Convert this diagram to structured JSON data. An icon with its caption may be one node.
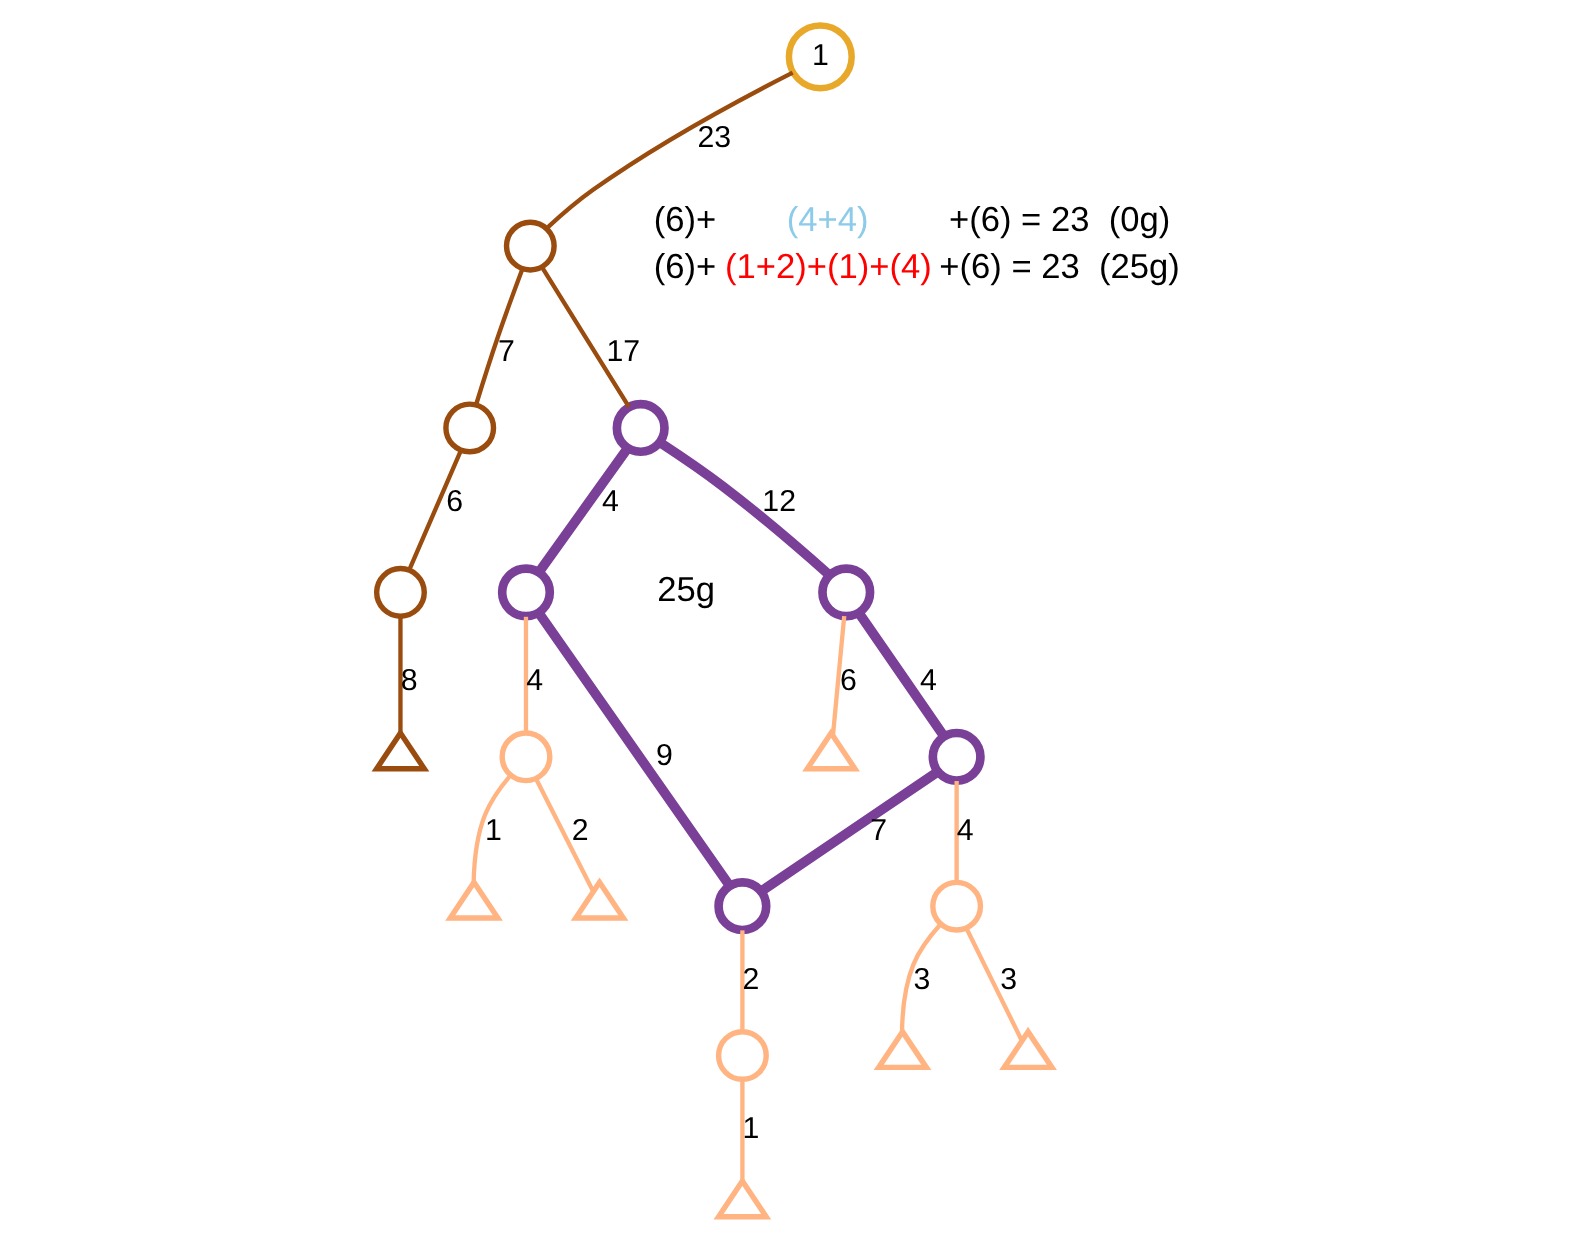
{
  "diagram": {
    "nodes": [
      {
        "text": [
          "1"
        ]
      },
      {
        "text": [],
        "shape": "circle"
      },
      {
        "text": [],
        "shape": "circle"
      },
      {
        "text": [],
        "shape": "circle"
      },
      {
        "text": [],
        "shape": "triangle"
      },
      {
        "text": [],
        "shape": "circle"
      },
      {
        "text": [],
        "shape": "circle"
      },
      {
        "text": [],
        "shape": "circle"
      },
      {
        "text": [],
        "shape": "circle"
      },
      {
        "text": [],
        "shape": "circle"
      },
      {
        "text": [],
        "shape": "triangle"
      },
      {
        "text": [],
        "shape": "circle"
      },
      {
        "text": [],
        "shape": "triangle"
      },
      {
        "text": [],
        "shape": "triangle"
      },
      {
        "text": [],
        "shape": "circle"
      },
      {
        "text": [],
        "shape": "triangle"
      },
      {
        "text": [],
        "shape": "circle"
      },
      {
        "text": [],
        "shape": "triangle"
      },
      {
        "text": [],
        "shape": "triangle"
      }
    ],
    "edges": [
      {
        "from": 0,
        "to": 1,
        "arrow": "none",
        "label": "23",
        "color": "#994c0e"
      },
      {
        "from": 1,
        "to": 2,
        "arrow": "none",
        "label": "7",
        "color": "#994c0e"
      },
      {
        "from": 1,
        "to": 5,
        "arrow": "none",
        "label": "17",
        "color": "#994c0e"
      },
      {
        "from": 5,
        "to": 6,
        "arrow": "none",
        "label": "12",
        "color": "#7a3f96",
        "style": "thick"
      },
      {
        "from": 2,
        "to": 3,
        "arrow": "none",
        "label": "6",
        "color": "#994c0e"
      },
      {
        "from": 5,
        "to": 7,
        "arrow": "none",
        "label": "4",
        "color": "#7a3f96",
        "style": "thick"
      },
      {
        "from": 6,
        "to": 10,
        "arrow": "none",
        "label": "6"
      },
      {
        "from": 6,
        "to": 8,
        "arrow": "none",
        "label": "4",
        "color": "#7a3f96",
        "style": "thick"
      },
      {
        "from": 7,
        "to": 11,
        "arrow": "none",
        "label": "4"
      },
      {
        "from": 3,
        "to": 4,
        "arrow": "none",
        "label": "8",
        "color": "#994c0e"
      },
      {
        "from": 7,
        "to": 9,
        "arrow": "none",
        "label": "9",
        "color": "#7a3f96",
        "style": "thick"
      },
      {
        "from": 8,
        "to": 9,
        "arrow": "none",
        "label": "7",
        "color": "#7a3f96",
        "style": "thick"
      },
      {
        "from": 8,
        "to": 16,
        "arrow": "none",
        "label": "4"
      },
      {
        "from": 9,
        "to": 14,
        "arrow": "none",
        "label": "2"
      },
      {
        "from": 11,
        "to": 12,
        "arrow": "none",
        "label": "1"
      },
      {
        "from": 11,
        "to": 13,
        "arrow": "none",
        "label": "2"
      },
      {
        "from": 14,
        "to": 15,
        "arrow": "none",
        "label": "1"
      },
      {
        "from": 16,
        "to": 17,
        "arrow": "none",
        "label": "3"
      },
      {
        "from": 16,
        "to": 18,
        "arrow": "none",
        "label": "3"
      }
    ],
    "labels": [
      "(6)+",
      "(4+4)",
      "+(6) = 23  (0g)",
      "(6)+",
      "(1+2)+(1)+(4)",
      "+(6) = 23  (25g)",
      "25g"
    ]
  }
}
